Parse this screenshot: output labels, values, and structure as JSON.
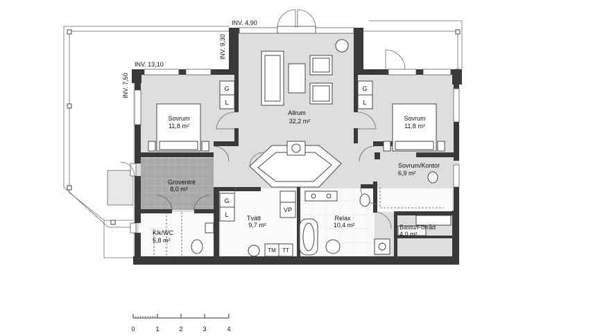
{
  "rooms": {
    "allrum": {
      "name": "Allrum",
      "area": "32,2 m²"
    },
    "sovrum_left": {
      "name": "Sovrum",
      "area": "11,8 m²"
    },
    "sovrum_right": {
      "name": "Sovrum",
      "area": "11,8 m²"
    },
    "groventre": {
      "name": "Groventré",
      "area": "8,0 m²"
    },
    "klk_wc": {
      "name": "Klk/WC",
      "area": "5,8 m²"
    },
    "tvatt": {
      "name": "Tvätt",
      "area": "9,7 m²"
    },
    "relax": {
      "name": "Relax",
      "area": "10,4 m²"
    },
    "sovrum_kontor": {
      "name": "Sovrum/Kontor",
      "area": "6,9 m²"
    },
    "bastu_forrad": {
      "name": "Bastu/Förråd",
      "area": "4,0 m²"
    }
  },
  "annotations": {
    "inv_top": "INV. 4,90",
    "inv_930": "INV. 9,30",
    "inv_1310": "INV. 13,10",
    "inv_750": "INV. 7,50"
  },
  "fixtures": {
    "g": "G",
    "l": "L",
    "vp": "VP",
    "tm": "TM",
    "tt": "TT"
  },
  "scale": {
    "ticks": [
      "0",
      "1",
      "2",
      "3",
      "4"
    ]
  },
  "colors": {
    "room_fill": "#dedede",
    "wall": "#3a3a3a",
    "background": "#ffffff"
  }
}
